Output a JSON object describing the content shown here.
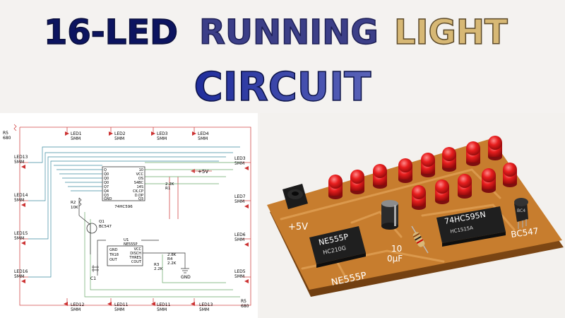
{
  "title": {
    "line1_part1": "16-LED",
    "line1_part2": "RUNNING",
    "line1_part3": "LIGHT",
    "line2": "CIRCUIT"
  },
  "schematic": {
    "top_leds": [
      {
        "name": "LED1",
        "size": "5MM"
      },
      {
        "name": "LED2",
        "size": "5MM"
      },
      {
        "name": "LED3",
        "size": "5MM"
      },
      {
        "name": "LED4",
        "size": "5MM"
      }
    ],
    "left_leds": [
      {
        "name": "LED13",
        "size": "5MM"
      },
      {
        "name": "LED14",
        "size": "5MM"
      },
      {
        "name": "LED15",
        "size": "5MM"
      },
      {
        "name": "LED16",
        "size": "5MM"
      }
    ],
    "right_leds": [
      {
        "name": "LED3",
        "size": "5MM"
      },
      {
        "name": "LED7",
        "size": "5MM"
      },
      {
        "name": "LED6",
        "size": "5MM"
      },
      {
        "name": "LED5",
        "size": "5MM"
      }
    ],
    "bottom_leds": [
      {
        "name": "LED12",
        "size": "5MM"
      },
      {
        "name": "LED11",
        "size": "5MM"
      },
      {
        "name": "LED11",
        "size": "5MM"
      },
      {
        "name": "LED13",
        "size": "5MM"
      }
    ],
    "r5_top": {
      "name": "R5",
      "value": "680"
    },
    "r5_bottom": {
      "name": "R5",
      "value": "680"
    },
    "shift_ic": {
      "part": "74HC595N",
      "code": "74HC596",
      "left_pins": [
        "Q",
        "Q0",
        "Q0",
        "Q0",
        "Q7",
        "Q4",
        "Q3",
        "GND"
      ],
      "right_pins": [
        "10",
        "VCC",
        "OS",
        "S4BC",
        "14S",
        "CK,CP",
        "D.DP",
        "Q3"
      ]
    },
    "supply": "+5V",
    "r1": {
      "name": "R1",
      "value": "2.2K"
    },
    "r2": {
      "name": "R2",
      "value": "10K"
    },
    "q1": {
      "name": "Q1",
      "part": "BC547"
    },
    "timer_ic": {
      "name": "U1",
      "code": "NE555P",
      "left_pins": [
        "GND",
        "TR18",
        "OUT"
      ],
      "right_pins": [
        "VCC",
        "DISCH",
        "THRES",
        "COUT"
      ]
    },
    "r4": {
      "name": "R4",
      "value": "2.8K"
    },
    "r3": {
      "name": "R3",
      "value": "2.2K"
    },
    "r3b": {
      "value": "2.2K"
    },
    "c1": {
      "name": "C1"
    },
    "gnd": "GND"
  },
  "board": {
    "supply_label": "+5V",
    "timer_chip": "NE555P",
    "timer_chip_sub": "HC210G",
    "timer_silk": "NE555P",
    "cap_label_line1": "10",
    "cap_label_line2": "0μF",
    "shift_chip": "74HC595N",
    "shift_chip_sub": "HC1515A",
    "transistor_silk": "BC547",
    "transistor_body": "BC4"
  },
  "colors": {
    "title_dark": "#0e1a66",
    "title_mid": "#3a3e86",
    "title_light": "#d9b46a",
    "pcb": "#c07a2c",
    "led": "#d81c1c"
  }
}
